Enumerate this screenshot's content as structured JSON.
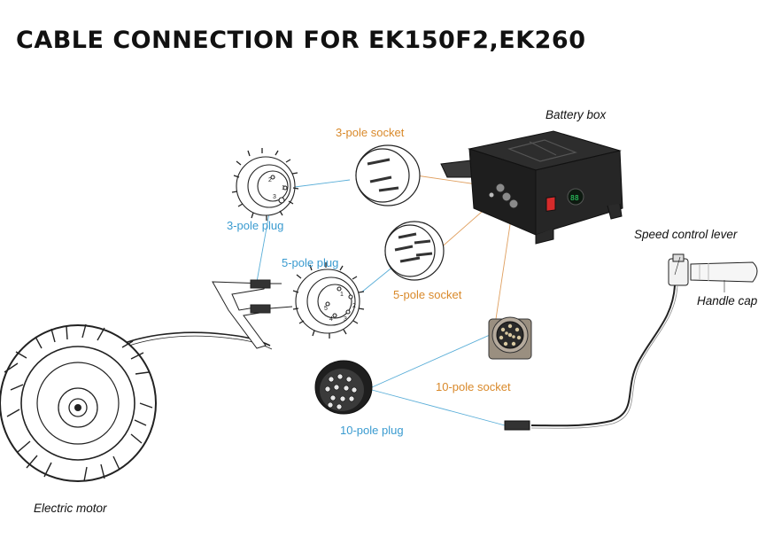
{
  "title": "CABLE CONNECTION FOR EK150F2,EK260",
  "labels": {
    "battery_box": "Battery box",
    "three_pole_socket": "3-pole socket",
    "three_pole_plug": "3-pole plug",
    "five_pole_plug": "5-pole plug",
    "five_pole_socket": "5-pole socket",
    "ten_pole_socket": "10-pole socket",
    "ten_pole_plug": "10-pole plug",
    "speed_control_lever": "Speed control lever",
    "handle_cap": "Handle cap",
    "electric_motor": "Electric motor"
  },
  "battery_display": "88",
  "pin_numbers": {
    "three_pole": [
      "2",
      "1",
      "3"
    ],
    "five_pole": [
      "1",
      "2",
      "3",
      "4",
      "5"
    ]
  },
  "colors": {
    "plug_blue": "#3a9bd0",
    "socket_orange": "#d9892a",
    "line_blue": "#5aaed8",
    "line_orange": "#e0a060"
  }
}
